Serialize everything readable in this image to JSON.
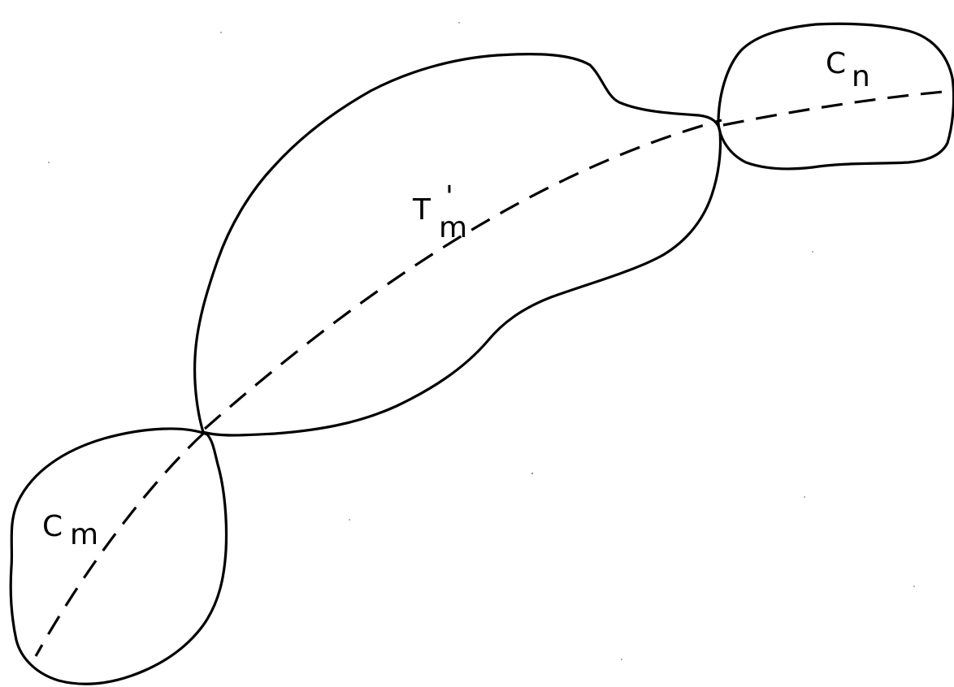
{
  "regions": [
    {
      "id": "c-m",
      "label_main": "C",
      "label_sub": "m"
    },
    {
      "id": "t-m-prime",
      "label_main": "T",
      "label_sub": "m",
      "label_mark": "'"
    },
    {
      "id": "c-n",
      "label_main": "C",
      "label_sub": "n"
    }
  ],
  "colors": {
    "line": "#000000",
    "background": "#ffffff"
  }
}
